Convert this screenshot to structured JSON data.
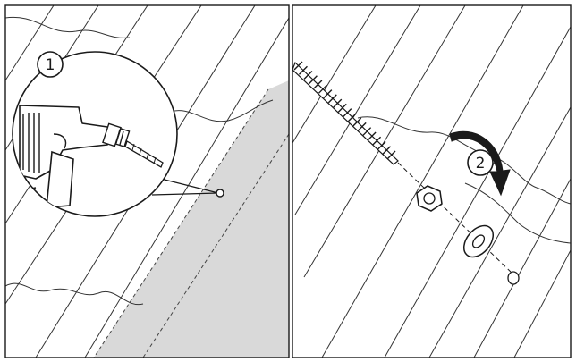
{
  "figure": {
    "panels": [
      {
        "id": "left",
        "step_label": "1"
      },
      {
        "id": "right",
        "step_label": "2"
      }
    ]
  },
  "colors": {
    "line": "#1a1a1a",
    "roof_line": "#333333",
    "shaded_strip": "#d9d9d9",
    "background": "#ffffff"
  }
}
